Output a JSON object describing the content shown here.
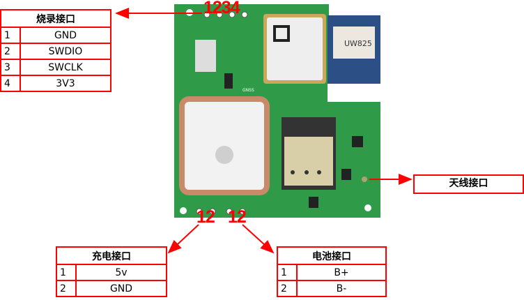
{
  "prog_table": {
    "title": "烧录接口",
    "rows": [
      {
        "n": "1",
        "v": "GND"
      },
      {
        "n": "2",
        "v": "SWDIO"
      },
      {
        "n": "3",
        "v": "SWCLK"
      },
      {
        "n": "4",
        "v": "3V3"
      }
    ]
  },
  "charge_table": {
    "title": "充电接口",
    "rows": [
      {
        "n": "1",
        "v": "5v"
      },
      {
        "n": "2",
        "v": "GND"
      }
    ]
  },
  "battery_table": {
    "title": "电池接口",
    "rows": [
      {
        "n": "1",
        "v": "B+"
      },
      {
        "n": "2",
        "v": "B-"
      }
    ]
  },
  "antenna_label": "天线接口",
  "pin_labels": {
    "prog": "1234",
    "charge": "12",
    "battery": "12"
  },
  "board": {
    "module_text": "UW825",
    "gnss_label": "GNSS"
  }
}
